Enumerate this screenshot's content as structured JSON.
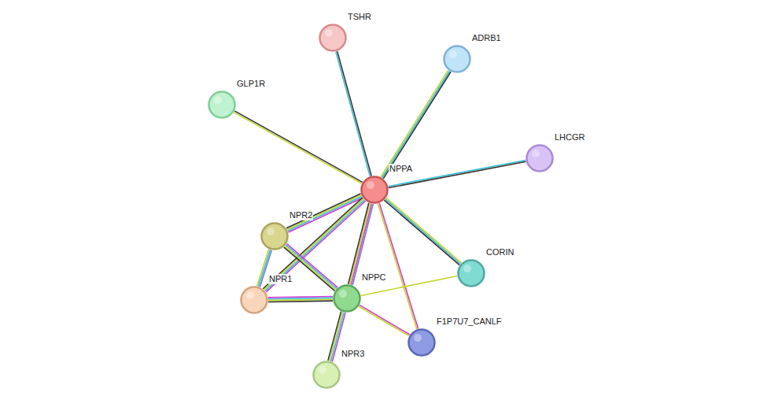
{
  "diagram": {
    "nodes": [
      {
        "text": [
          "TSHR"
        ]
      },
      {
        "text": [
          "ADRB1"
        ]
      },
      {
        "text": [
          "GLP1R"
        ]
      },
      {
        "text": [
          "LHCGR"
        ]
      },
      {
        "text": [
          "NPPA"
        ]
      },
      {
        "text": [
          "NPR2"
        ]
      },
      {
        "text": [
          "NPR1"
        ]
      },
      {
        "text": [
          "NPPC"
        ]
      },
      {
        "text": [
          "CORIN"
        ]
      },
      {
        "text": [
          "F1P7U7_CANLF"
        ]
      },
      {
        "text": [
          "NPR3"
        ]
      }
    ],
    "edges": [
      {
        "from": 4,
        "to": 0,
        "arrow": "none"
      },
      {
        "from": 4,
        "to": 1,
        "arrow": "none"
      },
      {
        "from": 4,
        "to": 2,
        "arrow": "none"
      },
      {
        "from": 4,
        "to": 3,
        "arrow": "none"
      },
      {
        "from": 4,
        "to": 8,
        "arrow": "none"
      },
      {
        "from": 4,
        "to": 9,
        "arrow": "none"
      },
      {
        "from": 4,
        "to": 5,
        "arrow": "none"
      },
      {
        "from": 4,
        "to": 6,
        "arrow": "none"
      },
      {
        "from": 4,
        "to": 7,
        "arrow": "none"
      },
      {
        "from": 5,
        "to": 6,
        "arrow": "none"
      },
      {
        "from": 5,
        "to": 7,
        "arrow": "none"
      },
      {
        "from": 6,
        "to": 7,
        "arrow": "none"
      },
      {
        "from": 7,
        "to": 10,
        "arrow": "none"
      },
      {
        "from": 7,
        "to": 8,
        "arrow": "none"
      },
      {
        "from": 7,
        "to": 9,
        "arrow": "none"
      }
    ]
  }
}
